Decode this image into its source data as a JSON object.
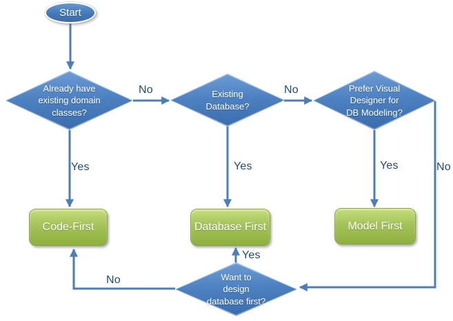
{
  "diagram": {
    "type": "flowchart",
    "start": {
      "label": "Start"
    },
    "decisions": {
      "domain_classes": {
        "label": "Already have\nexisting domain\nclasses?"
      },
      "existing_database": {
        "label": "Existing\nDatabase?"
      },
      "visual_designer": {
        "label": "Prefer Visual\nDesigner for\nDB Modeling?"
      },
      "design_db_first": {
        "label": "Want to\ndesign\ndatabase first?"
      }
    },
    "outcomes": {
      "code_first": {
        "label": "Code-First"
      },
      "database_first": {
        "label": "Database First"
      },
      "model_first": {
        "label": "Model First"
      }
    },
    "edge_labels": {
      "domain_classes_no": "No",
      "domain_classes_yes": "Yes",
      "existing_database_no": "No",
      "existing_database_yes": "Yes",
      "visual_designer_no": "No",
      "visual_designer_yes": "Yes",
      "design_db_first_yes": "Yes",
      "design_db_first_no": "No"
    },
    "colors": {
      "decision_fill": "#4F81BD",
      "decision_edge": "#8FB2DE",
      "outcome_fill": "#9BBB59",
      "connector": "#4A7EBA",
      "edge_label_text": "#1F497D",
      "node_text": "#FFFFFF"
    }
  }
}
